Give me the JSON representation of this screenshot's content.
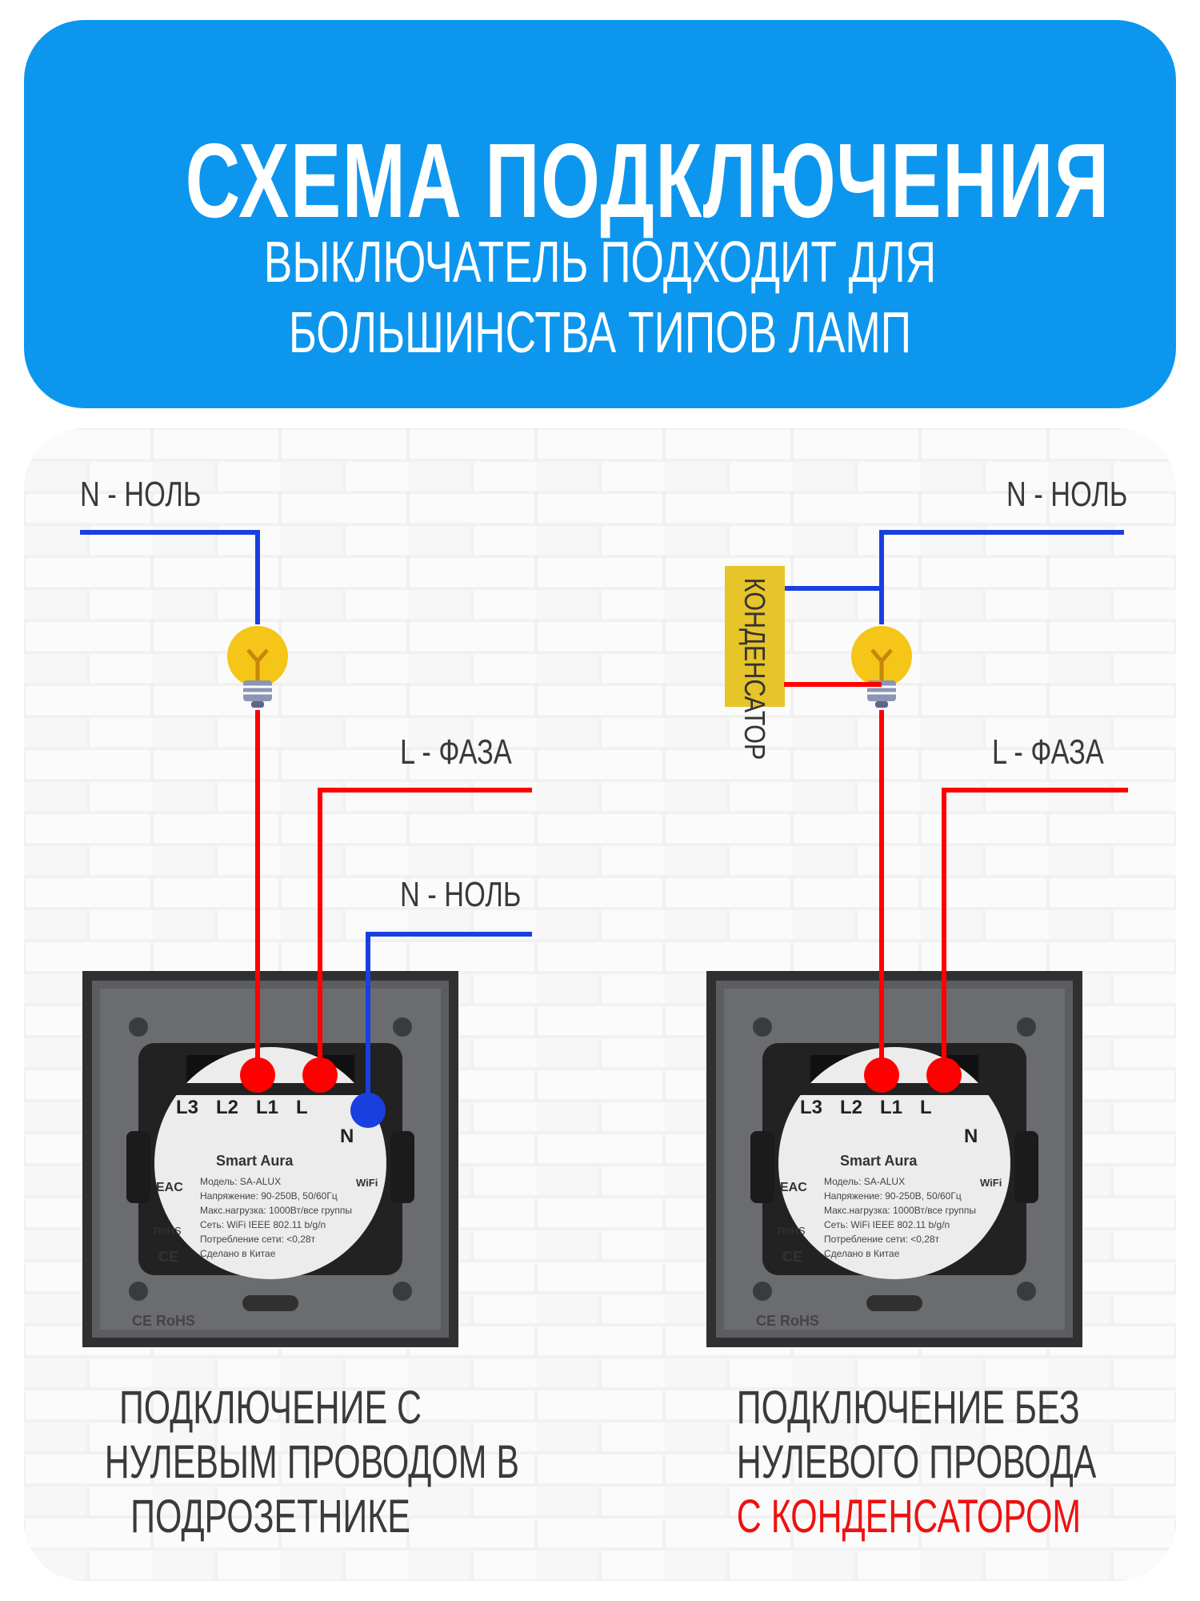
{
  "header": {
    "title": "СХЕМА ПОДКЛЮЧЕНИЯ",
    "subtitle_line1": "ВЫКЛЮЧАТЕЛЬ ПОДХОДИТ ДЛЯ",
    "subtitle_line2": "БОЛЬШИНСТВА ТИПОВ ЛАМП"
  },
  "colors": {
    "header_bg": "#0d96ee",
    "phase_wire": "#ff0000",
    "neutral_wire": "#1a3fe0",
    "lamp": "#f5c518",
    "capacitor": "#e6c42a",
    "caption_accent": "#ee1111"
  },
  "left_diagram": {
    "neutral_top_label": "N - НОЛЬ",
    "phase_label": "L - ФАЗА",
    "neutral_box_label": "N - НОЛЬ",
    "lamp_icon": "light-bulb-icon",
    "caption_line1": "ПОДКЛЮЧЕНИЕ С",
    "caption_line2": "НУЛЕВЫМ ПРОВОДОМ В",
    "caption_line3": "ПОДРОЗЕТНИКЕ"
  },
  "right_diagram": {
    "neutral_top_label": "N - НОЛЬ",
    "phase_label": "L - ФАЗА",
    "capacitor_label": "КОНДЕНСАТОР",
    "lamp_icon": "light-bulb-icon",
    "caption_line1": "ПОДКЛЮЧЕНИЕ БЕЗ",
    "caption_line2": "НУЛЕВОГО ПРОВОДА",
    "caption_line3": "С КОНДЕНСАТОРОМ"
  },
  "switch_module": {
    "terminals": [
      "L3",
      "L2",
      "L1",
      "L"
    ],
    "neutral_terminal": "N",
    "brand": "Smart Aura",
    "specs": [
      "Модель: SA-ALUX",
      "Напряжение: 90-250В, 50/60Гц",
      "Макс.нагрузка: 1000Вт/все группы",
      "Сеть: WiFi IEEE 802.11 b/g/n",
      "Потребление сети: <0,28т",
      "Сделано в Китае"
    ],
    "wifi_label": "WiFi",
    "eac_mark": "EAC",
    "rohs_mark": "RoHS",
    "ce_mark": "CE",
    "frame_marks": "CE RoHS"
  }
}
